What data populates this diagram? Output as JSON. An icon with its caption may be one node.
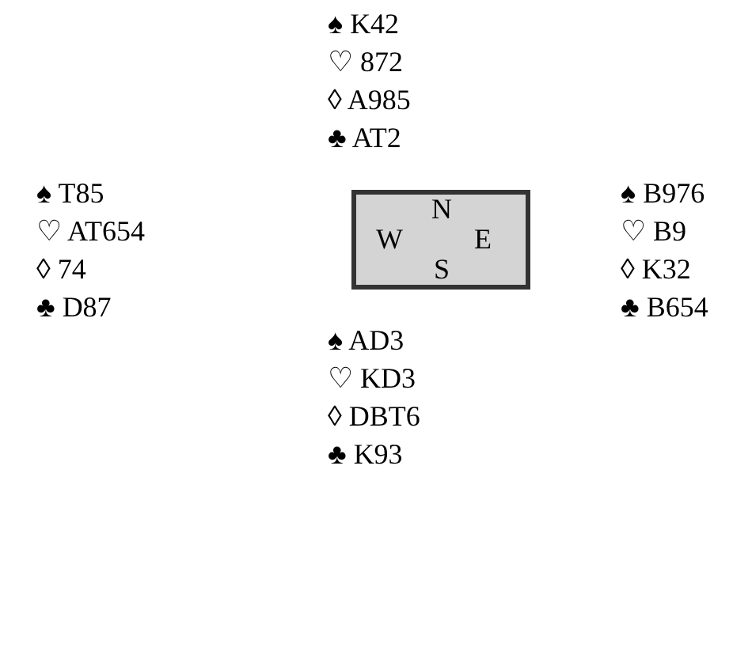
{
  "diagram": {
    "nodes": [
      {
        "text": [
          "N",
          "W",
          "E",
          "S"
        ]
      }
    ],
    "edges": [],
    "labels": [
      "♠ K42",
      "♡ 872",
      "◊ A985",
      "♣ AT2",
      "♠ T85",
      "♠ B976",
      "♡ AT654",
      "♡ B9",
      "◊ 74",
      "◊ K32",
      "♣ D87",
      "♣ B654",
      "♠ AD3",
      "♡ KD3",
      "◊ DBT6",
      "♣ K93"
    ]
  }
}
